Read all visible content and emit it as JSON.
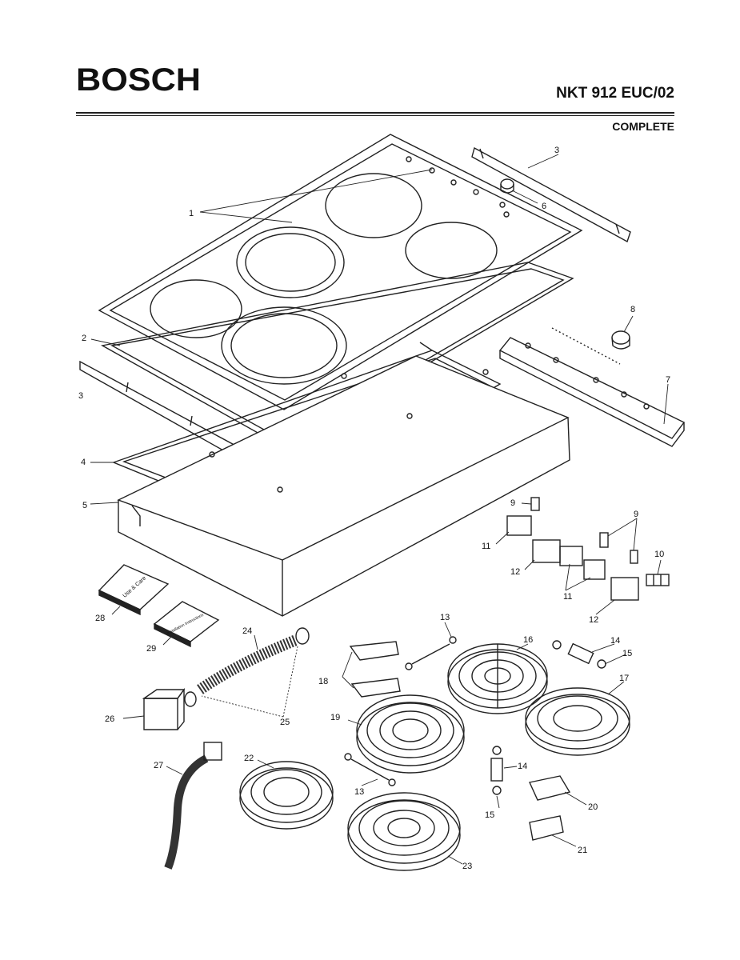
{
  "header": {
    "brand": "BOSCH",
    "model": "NKT 912 EUC/02",
    "section": "COMPLETE"
  },
  "manuals": {
    "use_care": "Use & Care",
    "installation": "Installation Instructions"
  },
  "callouts": [
    "1",
    "2",
    "3",
    "3",
    "4",
    "5",
    "6",
    "7",
    "8",
    "9",
    "9",
    "10",
    "11",
    "11",
    "12",
    "12",
    "13",
    "13",
    "14",
    "14",
    "15",
    "15",
    "16",
    "17",
    "18",
    "19",
    "20",
    "21",
    "22",
    "23",
    "24",
    "25",
    "26",
    "27",
    "28",
    "29"
  ]
}
